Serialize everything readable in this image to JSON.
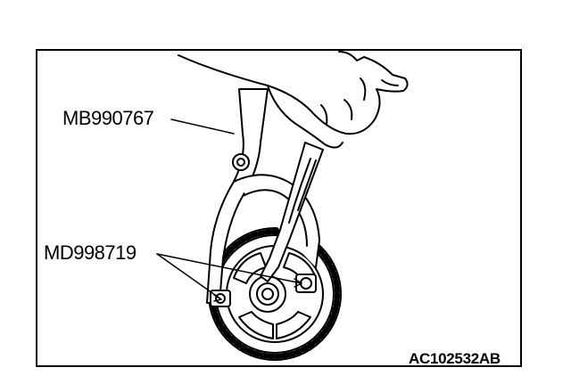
{
  "labels": {
    "wrench_tool": "MB990767",
    "pin_tool": "MD998719",
    "figure_code": "AC102532AB"
  },
  "colors": {
    "line": "#000000",
    "background": "#ffffff"
  }
}
